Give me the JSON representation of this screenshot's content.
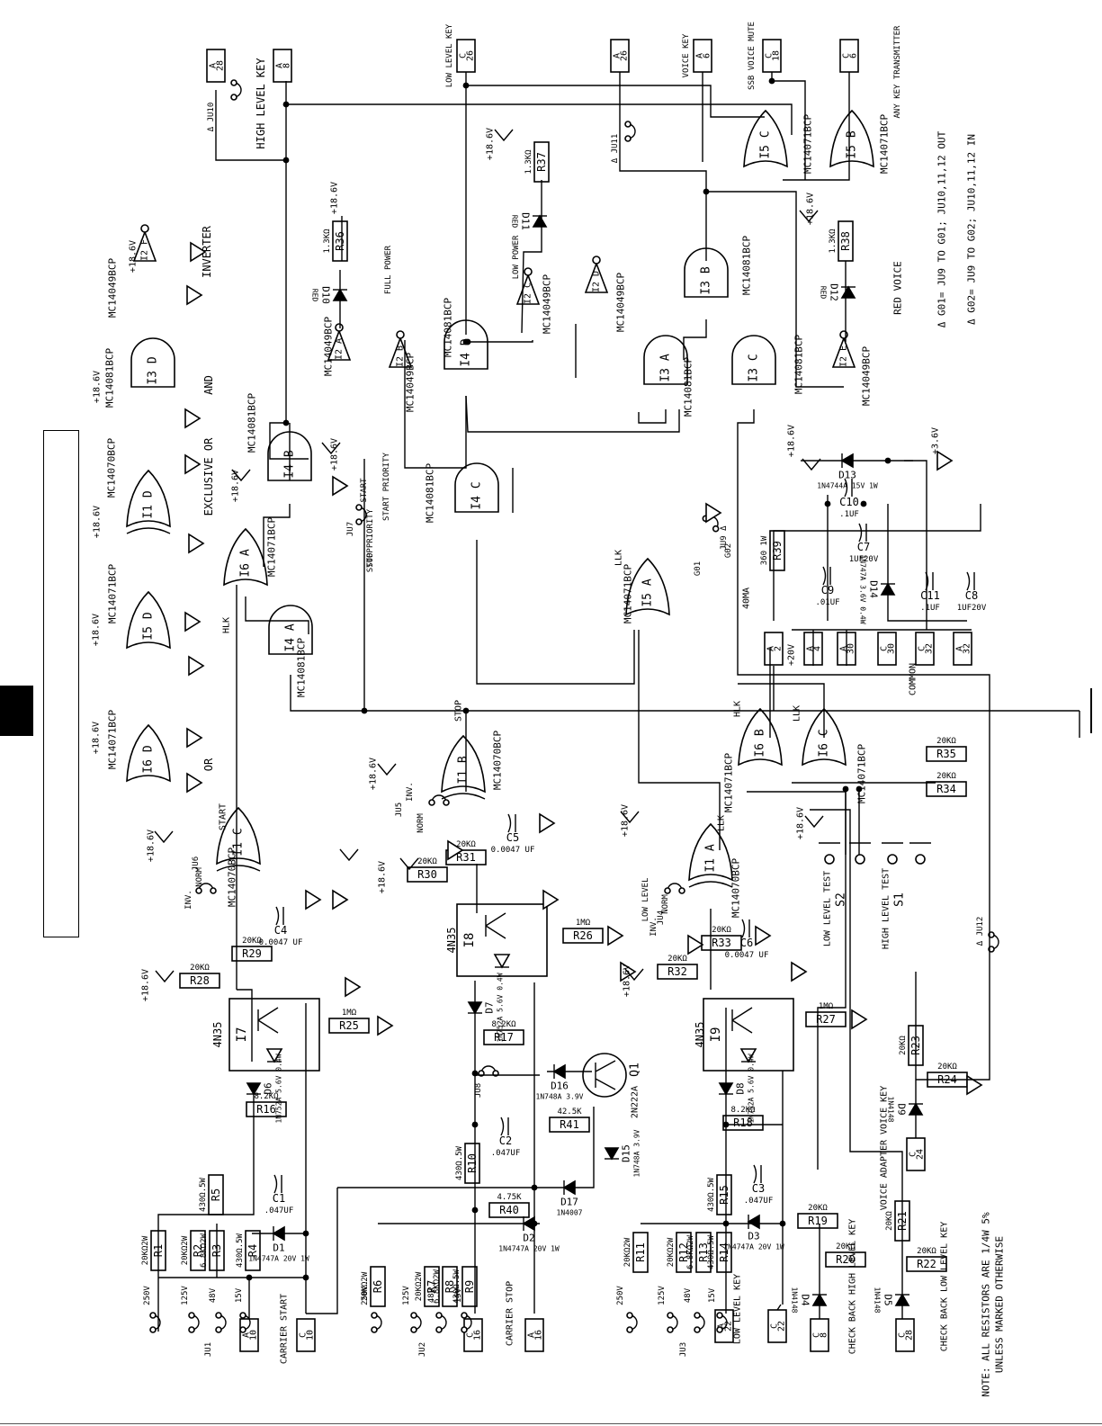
{
  "connectors": [
    {
      "row": "A",
      "pin": "28"
    },
    {
      "row": "A",
      "pin": "8"
    },
    {
      "row": "C",
      "pin": "26"
    },
    {
      "row": "A",
      "pin": "26"
    },
    {
      "row": "A",
      "pin": "6"
    },
    {
      "row": "C",
      "pin": "18"
    },
    {
      "row": "C",
      "pin": "6"
    },
    {
      "row": "A",
      "pin": "2"
    },
    {
      "row": "A",
      "pin": "4"
    },
    {
      "row": "A",
      "pin": "30"
    },
    {
      "row": "C",
      "pin": "30"
    },
    {
      "row": "C",
      "pin": "32"
    },
    {
      "row": "A",
      "pin": "32"
    },
    {
      "row": "C",
      "pin": "24"
    },
    {
      "row": "A",
      "pin": "10"
    },
    {
      "row": "C",
      "pin": "10"
    },
    {
      "row": "C",
      "pin": "16"
    },
    {
      "row": "A",
      "pin": "16"
    },
    {
      "row": "A",
      "pin": "22"
    },
    {
      "row": "C",
      "pin": "22"
    },
    {
      "row": "C",
      "pin": "8"
    },
    {
      "row": "C",
      "pin": "28"
    }
  ],
  "signals": {
    "high_level_key": "HIGH LEVEL KEY",
    "low_level_key": "LOW LEVEL KEY",
    "voice_key": "VOICE KEY",
    "ssb_voice_mute": "SSB VOICE MUTE",
    "any_key": "ANY KEY TRANSMITTER",
    "inverter": "INVERTER",
    "and": "AND",
    "exclusive_or": "EXCLUSIVE OR",
    "or": "OR",
    "start": "START",
    "stop": "STOP",
    "hlk": "HLK",
    "llk": "LLK",
    "common": "COMMON",
    "carrier_start": "CARRIER START",
    "carrier_stop": "CARRIER STOP",
    "ll_key": "LOW LEVEL KEY",
    "check_back_hl": "CHECK BACK HIGH LEVEL KEY",
    "check_back_ll": "CHECK BACK LOW LEVEL KEY",
    "voice_adapter": "VOICE ADAPTER VOICE KEY",
    "full_power": "FULL POWER",
    "low_power": "LOW POWER",
    "red_voice": "RED VOICE",
    "start_priority": "START PRIORITY",
    "stop_priority": "STOP PRIORITY",
    "ma40": "40MA"
  },
  "parts": {
    "mc14081": "MC14081BCP",
    "mc14071": "MC14071BCP",
    "mc14070": "MC14070BCP",
    "mc14049": "MC14049BCP",
    "opto": "4N35",
    "q1": "Q1",
    "q1_type": "2N222A",
    "supply": "+18.6V",
    "supply2": "+3.6V",
    "plus20": "+20V",
    "i1a": "I1 A",
    "i1b": "I1 B",
    "i1c": "I1 C",
    "i1d": "I1 D",
    "i2a": "I2 A",
    "i2b": "I2 B",
    "i2c": "I2 C",
    "i2d": "I2 D",
    "i2e": "I2 E",
    "i2f": "I2 F",
    "i3a": "I3 A",
    "i3b": "I3 B",
    "i3c": "I3 C",
    "i3d": "I3 D",
    "i4a": "I4 A",
    "i4b": "I4 B",
    "i4c": "I4 C",
    "i4d": "I4 D",
    "i5a": "I5 A",
    "i5b": "I5 B",
    "i5c": "I5 C",
    "i5d": "I5 D",
    "i6a": "I6 A",
    "i6b": "I6 B",
    "i6c": "I6 C",
    "i6d": "I6 D",
    "i7": "I7",
    "i8": "I8",
    "i9": "I9"
  },
  "resistors": [
    {
      "id": "R1",
      "value": "20KΩ2W"
    },
    {
      "id": "R2",
      "value": "20KΩ2W"
    },
    {
      "id": "R3",
      "value": "6.8KΩ2W"
    },
    {
      "id": "R4",
      "value": "430Ω.5W"
    },
    {
      "id": "R5",
      "value": "430Ω.5W"
    },
    {
      "id": "R6",
      "value": "20KΩ2W"
    },
    {
      "id": "R7",
      "value": "20KΩ2W"
    },
    {
      "id": "R8",
      "value": "6.8KΩ2W"
    },
    {
      "id": "R9",
      "value": "430Ω.5W"
    },
    {
      "id": "R10",
      "value": "430Ω.5W"
    },
    {
      "id": "R11",
      "value": "20KΩ2W"
    },
    {
      "id": "R12",
      "value": "20KΩ2W"
    },
    {
      "id": "R13",
      "value": "6.8KΩ2W"
    },
    {
      "id": "R14",
      "value": "430Ω.5W"
    },
    {
      "id": "R15",
      "value": "430Ω.5W"
    },
    {
      "id": "R16",
      "value": "8.2KΩ"
    },
    {
      "id": "R17",
      "value": "8.2KΩ"
    },
    {
      "id": "R18",
      "value": "8.2KΩ"
    },
    {
      "id": "R19",
      "value": "20KΩ"
    },
    {
      "id": "R20",
      "value": "20KΩ"
    },
    {
      "id": "R21",
      "value": "20KΩ"
    },
    {
      "id": "R22",
      "value": "20KΩ"
    },
    {
      "id": "R23",
      "value": "20KΩ"
    },
    {
      "id": "R24",
      "value": "20KΩ"
    },
    {
      "id": "R25",
      "value": "1MΩ"
    },
    {
      "id": "R26",
      "value": "1MΩ"
    },
    {
      "id": "R27",
      "value": "1MΩ"
    },
    {
      "id": "R28",
      "value": "20KΩ"
    },
    {
      "id": "R29",
      "value": "20KΩ"
    },
    {
      "id": "R30",
      "value": "20KΩ"
    },
    {
      "id": "R31",
      "value": "20KΩ"
    },
    {
      "id": "R32",
      "value": "20KΩ"
    },
    {
      "id": "R33",
      "value": "20KΩ"
    },
    {
      "id": "R34",
      "value": "20KΩ"
    },
    {
      "id": "R35",
      "value": "20KΩ"
    },
    {
      "id": "R36",
      "value": "1.3KΩ"
    },
    {
      "id": "R37",
      "value": "1.3KΩ"
    },
    {
      "id": "R38",
      "value": "1.3KΩ"
    },
    {
      "id": "R39",
      "value": "360 1W"
    },
    {
      "id": "R40",
      "value": "4.75K"
    },
    {
      "id": "R41",
      "value": "42.5K"
    }
  ],
  "capacitors": [
    {
      "id": "C1",
      "value": ".047UF"
    },
    {
      "id": "C2",
      "value": ".047UF"
    },
    {
      "id": "C3",
      "value": ".047UF"
    },
    {
      "id": "C4",
      "value": "0.0047 UF"
    },
    {
      "id": "C5",
      "value": "0.0047 UF"
    },
    {
      "id": "C6",
      "value": "0.0047 UF"
    },
    {
      "id": "C7",
      "value": "1UF20V"
    },
    {
      "id": "C8",
      "value": "1UF20V"
    },
    {
      "id": "C9",
      "value": ".01UF"
    },
    {
      "id": "C10",
      "value": ".1UF"
    },
    {
      "id": "C11",
      "value": ".1UF"
    }
  ],
  "diodes": [
    {
      "id": "D1",
      "value": "1N4747A 20V 1W"
    },
    {
      "id": "D2",
      "value": "1N4747A 20V 1W"
    },
    {
      "id": "D3",
      "value": "1N4747A 20V 1W"
    },
    {
      "id": "D4",
      "value": "1N4148"
    },
    {
      "id": "D5",
      "value": "1N4148"
    },
    {
      "id": "D6",
      "value": "1N752A 5.6V 0.4W"
    },
    {
      "id": "D7",
      "value": "1N752A 5.6V 0.4W"
    },
    {
      "id": "D8",
      "value": "1N752A 5.6V 0.4W"
    },
    {
      "id": "D9",
      "value": "1N4148"
    },
    {
      "id": "D10",
      "value": "RED"
    },
    {
      "id": "D11",
      "value": "RED"
    },
    {
      "id": "D12",
      "value": "RED"
    },
    {
      "id": "D13",
      "value": "1N4744A 15V 1W"
    },
    {
      "id": "D14",
      "value": "1N747A 3.6V 0.4W"
    },
    {
      "id": "D15",
      "value": "1N748A 3.9V"
    },
    {
      "id": "D16",
      "value": "1N748A 3.9V"
    },
    {
      "id": "D17",
      "value": "1N4007"
    }
  ],
  "jumpers": {
    "ju1": "JU1",
    "ju2": "JU2",
    "ju3": "JU3",
    "ju4": "JU4",
    "ju5": "JU5",
    "ju6": "JU6",
    "ju7": "JU7",
    "ju8": "JU8",
    "ju9": "JU9 Δ",
    "ju10": "Δ JU10",
    "ju11": "Δ JU11",
    "ju12": "Δ JU12",
    "g01": "G01",
    "g02": "G02",
    "v250": "250V",
    "v125": "125V",
    "v48": "48V",
    "v15": "15V",
    "inv": "INV.",
    "norm": "NORM",
    "start": "START",
    "stop": "STOP",
    "low_level": "LOW LEVEL"
  },
  "switches": {
    "s1": "S1",
    "s2": "S2",
    "s1_label": "HIGH LEVEL TEST",
    "s2_label": "LOW LEVEL TEST"
  },
  "notes": {
    "n1": "Δ G01= JU9 TO G01; JU10,11,12 OUT",
    "n2": "Δ G02= JU9 TO G02; JU10,11,12 IN",
    "n3": "NOTE: ALL RESISTORS ARE 1/4W 5%",
    "n4": "UNLESS MARKED OTHERWISE"
  }
}
